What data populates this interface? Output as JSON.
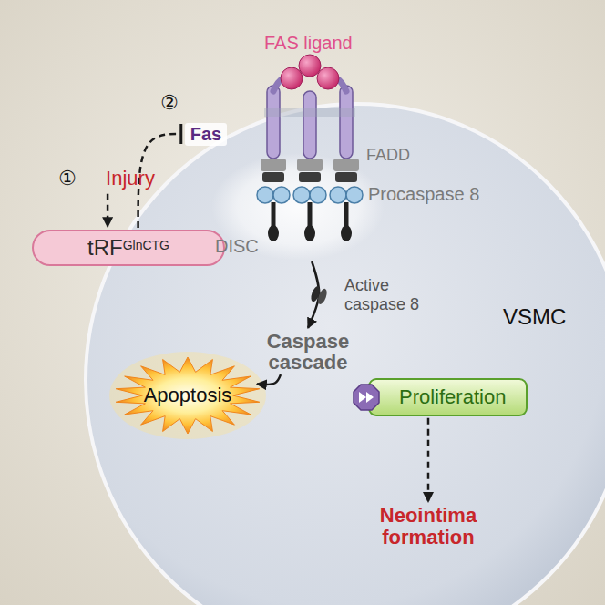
{
  "diagram": {
    "nodes": [
      {
        "text": [
          "VSMC"
        ]
      },
      {
        "text": [
          "Injury"
        ]
      },
      {
        "text": [
          "tRF",
          "GlnCTG"
        ]
      },
      {
        "text": [
          "Fas"
        ]
      },
      {
        "text": [
          "DISC"
        ],
        "in": 0
      },
      {
        "text": [
          "Caspase cascade"
        ],
        "in": 0
      },
      {
        "text": [
          "Apoptosis"
        ],
        "in": 0
      },
      {
        "text": [
          "Proliferation"
        ],
        "in": 0
      },
      {
        "text": [
          "Neointima formation"
        ],
        "in": 0
      }
    ],
    "edges": [
      {
        "from": 1,
        "to": 2,
        "arrow": "to"
      },
      {
        "from": 2,
        "to": 3,
        "arrow": "to"
      },
      {
        "from": 4,
        "to": 5,
        "label": "Active caspase 8",
        "arrow": "to"
      },
      {
        "from": 5,
        "to": 6,
        "arrow": "to"
      },
      {
        "from": 7,
        "to": 8,
        "arrow": "to"
      }
    ],
    "labels": [
      "FAS ligand",
      "②",
      "①",
      "FADD",
      "Procaspase 8"
    ]
  }
}
